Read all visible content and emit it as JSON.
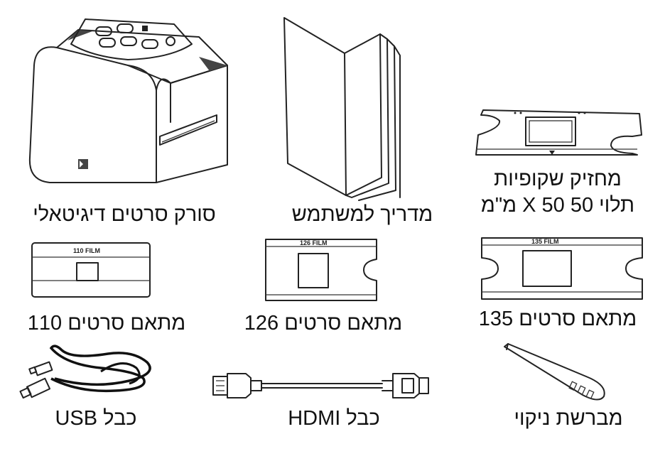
{
  "items": {
    "scanner": {
      "caption": "סורק סרטים דיגיטאלי",
      "icon": "film-scanner-icon"
    },
    "manual": {
      "caption": "מדריך למשתמש",
      "icon": "booklet-icon"
    },
    "slide_holder": {
      "caption_line1": "מחזיק שקופיות",
      "caption_line2": "תלוי 50 X 50 מ\"מ",
      "icon": "slide-holder-icon"
    },
    "adapter_110": {
      "caption": "מתאם סרטים 110",
      "label": "110 FILM",
      "icon": "film-adapter-110-icon"
    },
    "adapter_126": {
      "caption": "מתאם סרטים 126",
      "label": "126 FILM",
      "icon": "film-adapter-126-icon"
    },
    "adapter_135": {
      "caption": "מתאם סרטים 135",
      "label": "135 FILM",
      "icon": "film-adapter-135-icon"
    },
    "usb_cable": {
      "caption": "כבל USB",
      "icon": "usb-cable-icon"
    },
    "hdmi_cable": {
      "caption": "כבל HDMI",
      "icon": "hdmi-cable-icon"
    },
    "brush": {
      "caption": "מברשת ניקוי",
      "icon": "cleaning-brush-icon"
    }
  }
}
